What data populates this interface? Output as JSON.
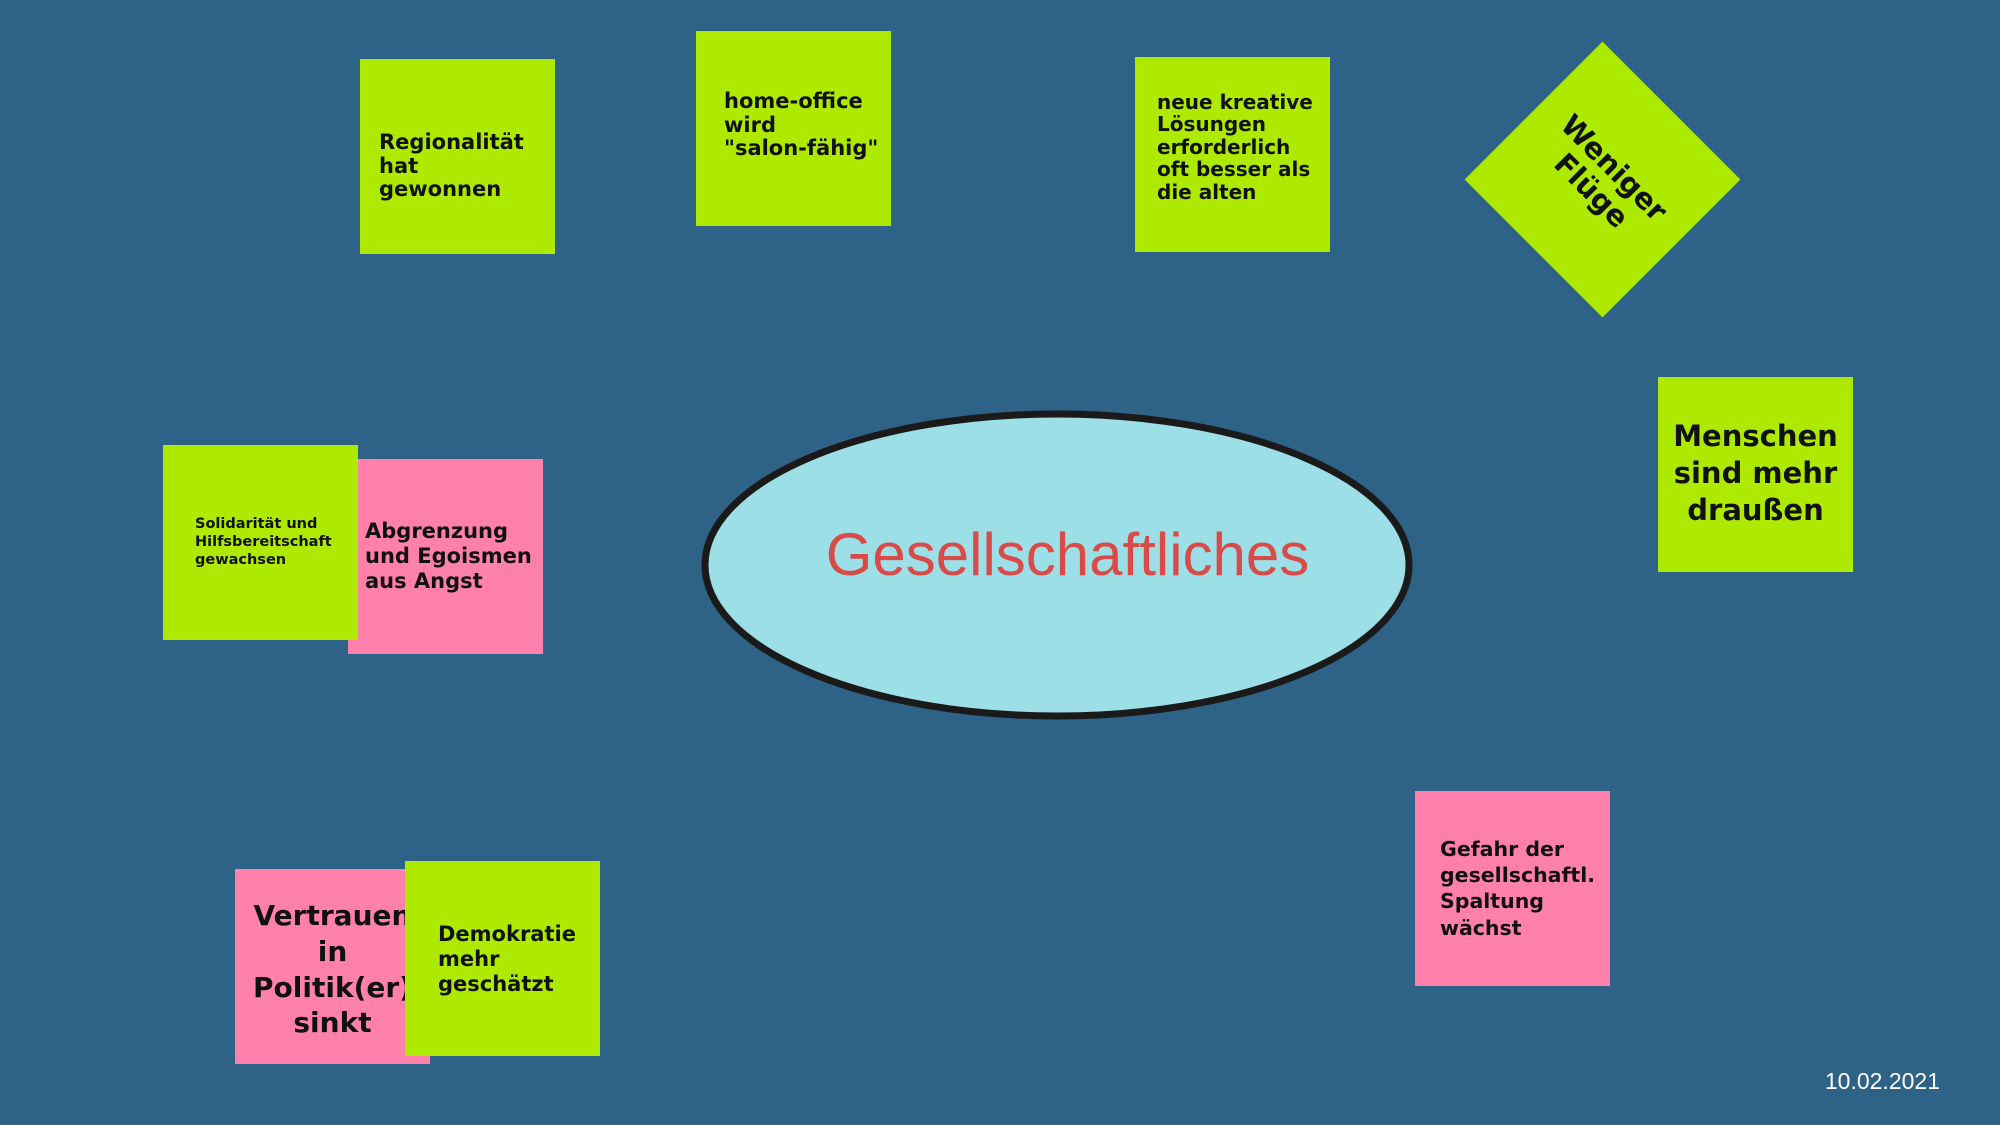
{
  "center": {
    "label": "Gesellschaftliches"
  },
  "notes": {
    "regionalitaet": "Regionalität\nhat gewonnen",
    "home_office": "home-office\nwird\n\"salon-fähig\"",
    "kreativ": "neue kreative\nLösungen\nerforderlich\noft besser als\ndie alten",
    "fluege": "Weniger\nFlüge",
    "draussen": "Menschen\nsind mehr\ndraußen",
    "abgrenzung": "Abgrenzung\nund Egoismen\naus Angst",
    "solidaritaet": "Solidarität und\nHilfsbereitschaft\ngewachsen",
    "vertrauen": "Vertrauen\nin\nPolitik(er)\nsinkt",
    "demokratie": "Demokratie\nmehr\ngeschätzt",
    "spaltung": "Gefahr der\ngesellschaftl.\nSpaltung\nwächst"
  },
  "footer": {
    "date": "10.02.2021"
  },
  "colors": {
    "background": "#2e6287",
    "green_note": "#aeea00",
    "pink_note": "#ff80aa",
    "center_fill": "#9ddfe6",
    "center_text": "#d84b49"
  }
}
